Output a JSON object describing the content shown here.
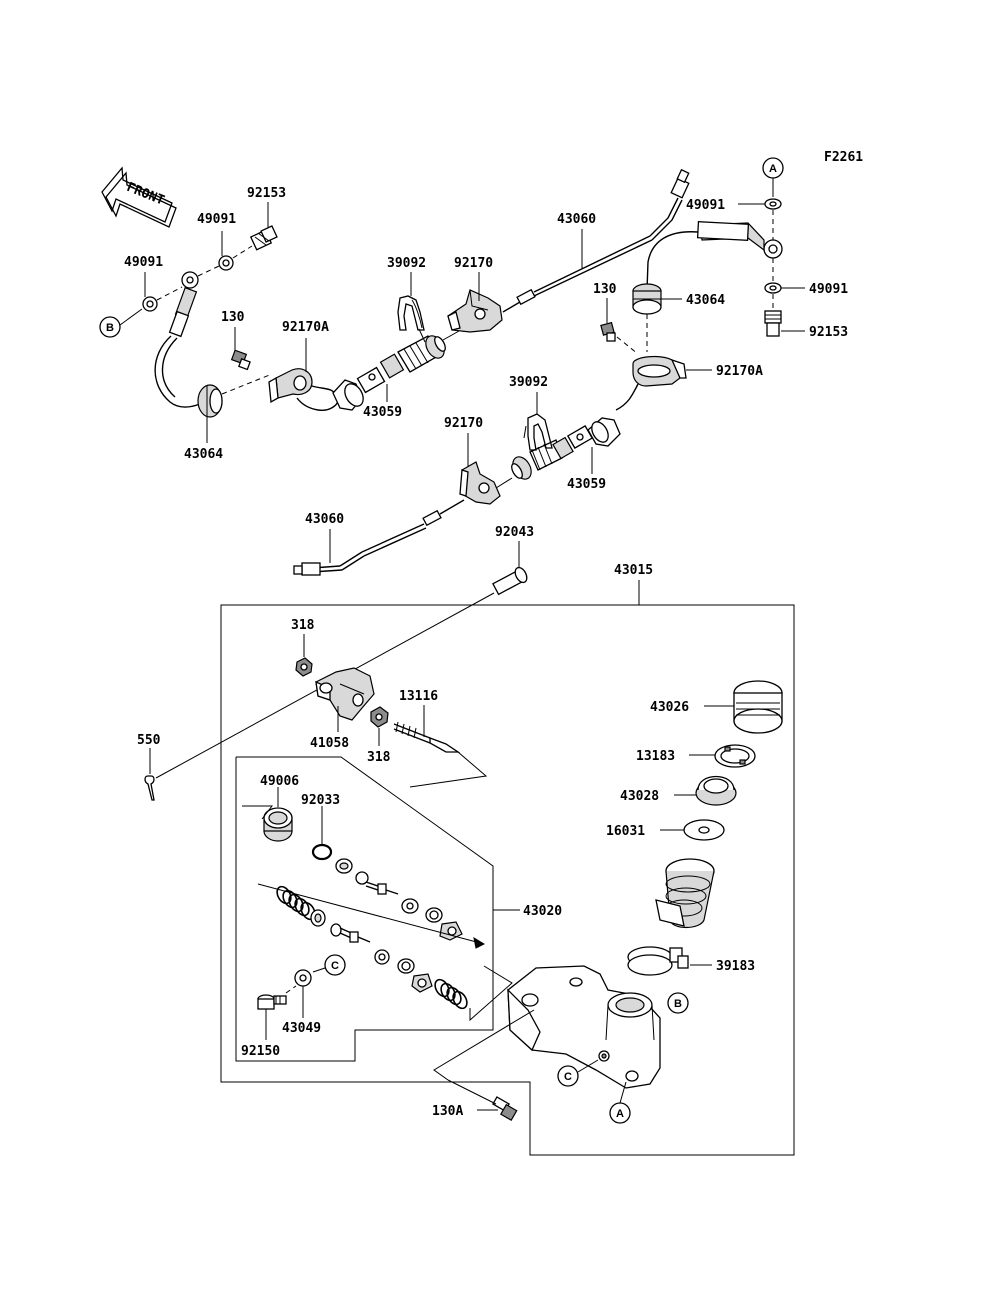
{
  "figure_code": "F2261",
  "front_label": "FRONT",
  "ref_markers": {
    "a": "A",
    "b": "B",
    "c": "C"
  },
  "parts": {
    "p92153_left": "92153",
    "p49091_left_upper": "49091",
    "p49091_left_lower": "49091",
    "p130_left": "130",
    "p92170a_left": "92170A",
    "p43064_left": "43064",
    "p39092_upper": "39092",
    "p92170_upper": "92170",
    "p43059_upper": "43059",
    "p43060_upper": "43060",
    "p130_right": "130",
    "p43064_right": "43064",
    "p49091_right_upper": "49091",
    "p49091_right_lower": "49091",
    "p92153_right": "92153",
    "p92170a_right": "92170A",
    "p39092_lower": "39092",
    "p92170_lower": "92170",
    "p43059_lower": "43059",
    "p43060_lower": "43060",
    "p92043": "92043",
    "p43015": "43015",
    "p318_upper": "318",
    "p318_lower": "318",
    "p41058": "41058",
    "p13116": "13116",
    "p550": "550",
    "p43026": "43026",
    "p13183": "13183",
    "p43028": "43028",
    "p16031": "16031",
    "p49006": "49006",
    "p92033": "92033",
    "p43020": "43020",
    "p39183": "39183",
    "p43049": "43049",
    "p92150": "92150",
    "p130a": "130A"
  }
}
